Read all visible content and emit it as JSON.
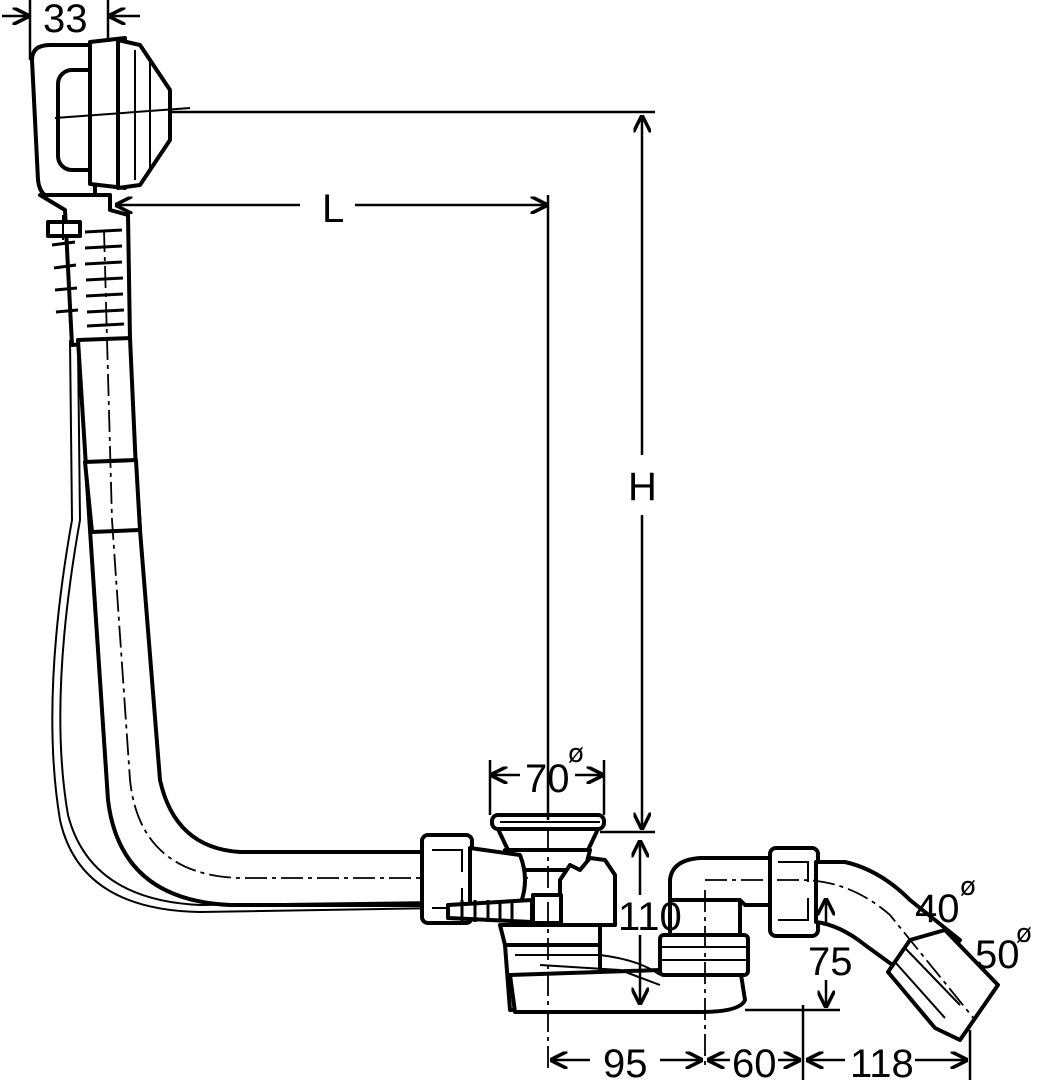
{
  "dimensions": {
    "d33": "33",
    "L": "L",
    "H": "H",
    "d70": "70",
    "d110": "110",
    "d40": "40",
    "d50": "50",
    "d75": "75",
    "d95": "95",
    "d60": "60",
    "d118": "118",
    "diameter_symbol": "ø"
  }
}
